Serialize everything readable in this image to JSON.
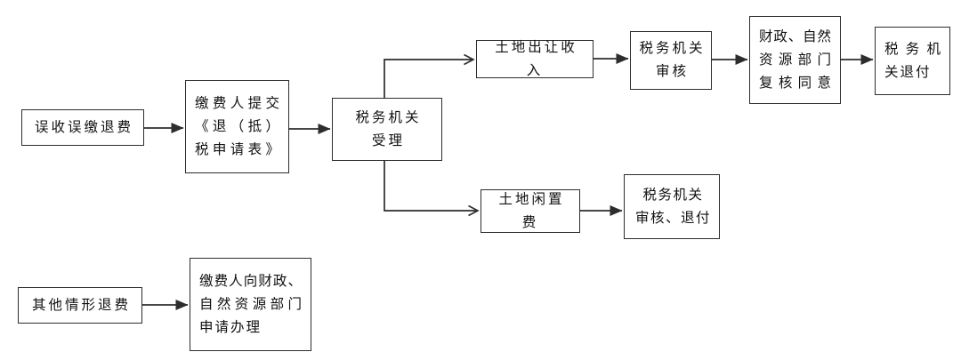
{
  "diagram": {
    "type": "flowchart",
    "background_color": "#ffffff",
    "line_color": "#2d2d2d",
    "box_border_color": "#2d2d2d",
    "text_color": "#111111",
    "nodes": [
      {
        "id": "mistaken-refund",
        "label": "误收误缴退费",
        "lines": [
          "误收误缴退费"
        ]
      },
      {
        "id": "payer-submit-form",
        "label": "缴费人提交《退（抵）税申请表》",
        "lines": [
          "缴费人提交",
          "《退（抵）",
          "税申请表》"
        ]
      },
      {
        "id": "tax-authority-accept",
        "label": "税务机关受理",
        "lines": [
          "税务机关",
          "受理"
        ]
      },
      {
        "id": "land-transfer-income",
        "label": "土地出让收入",
        "lines": [
          "土地出让收入"
        ]
      },
      {
        "id": "tax-authority-review",
        "label": "税务机关审核",
        "lines": [
          "税务机关",
          "审核"
        ]
      },
      {
        "id": "finance-resources-confirm",
        "label": "财政、自然资源部门复核同意",
        "lines": [
          "财政、自然",
          "资源部门",
          "复核同意"
        ]
      },
      {
        "id": "tax-authority-refund",
        "label": "税务机关退付",
        "lines": [
          "税务机",
          "关退付"
        ]
      },
      {
        "id": "idle-land-fee",
        "label": "土地闲置费",
        "lines": [
          "土地闲置费"
        ]
      },
      {
        "id": "tax-review-and-refund",
        "label": "税务机关审核、退付",
        "lines": [
          "税务机关",
          "审核、退付"
        ]
      },
      {
        "id": "other-refund-cases",
        "label": "其他情形退费",
        "lines": [
          "其他情形退费"
        ]
      },
      {
        "id": "payer-apply-to-depts",
        "label": "缴费人向财政、自然资源部门申请办理",
        "lines": [
          "缴费人向财政、",
          "自然资源部门",
          "申请办理"
        ]
      }
    ],
    "edges": [
      {
        "from": "误收误缴退费",
        "to": "缴费人提交《退（抵）税申请表》",
        "arrowhead": "solid-triangle",
        "shape": "straight"
      },
      {
        "from": "缴费人提交《退（抵）税申请表》",
        "to": "税务机关受理",
        "arrowhead": "solid-triangle",
        "shape": "straight"
      },
      {
        "from": "税务机关受理",
        "to": "土地出让收入",
        "arrowhead": "open-v",
        "shape": "elbow-up"
      },
      {
        "from": "税务机关受理",
        "to": "土地闲置费",
        "arrowhead": "open-v",
        "shape": "elbow-down"
      },
      {
        "from": "土地出让收入",
        "to": "税务机关审核",
        "arrowhead": "solid-triangle",
        "shape": "straight"
      },
      {
        "from": "税务机关审核",
        "to": "财政、自然资源部门复核同意",
        "arrowhead": "solid-triangle",
        "shape": "straight"
      },
      {
        "from": "财政、自然资源部门复核同意",
        "to": "税务机关退付",
        "arrowhead": "solid-triangle",
        "shape": "straight"
      },
      {
        "from": "土地闲置费",
        "to": "税务机关审核、退付",
        "arrowhead": "solid-triangle",
        "shape": "straight"
      },
      {
        "from": "其他情形退费",
        "to": "缴费人向财政、自然资源部门申请办理",
        "arrowhead": "solid-triangle",
        "shape": "straight"
      }
    ]
  }
}
